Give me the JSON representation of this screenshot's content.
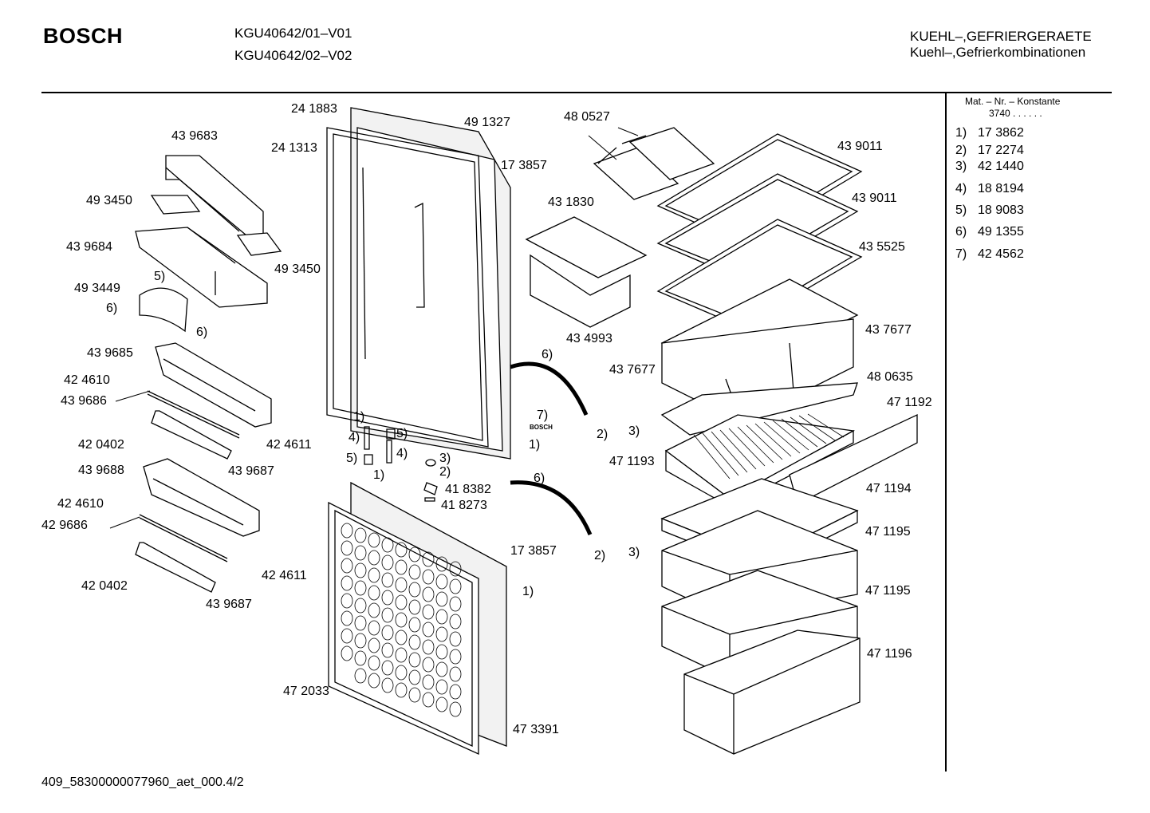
{
  "header": {
    "brand": "BOSCH",
    "models": [
      "KGU40642/01–V01",
      "KGU40642/02–V02"
    ],
    "category_line1": "KUEHL–,GEFRIERGERAETE",
    "category_line2": "Kuehl–,Gefrierkombinationen"
  },
  "sidebar": {
    "heading": "Mat. – Nr. – Konstante",
    "constant": "3740 .  .  .  .  .  .",
    "items": [
      {
        "num": "1)",
        "part": "17 3862"
      },
      {
        "num": "2)",
        "part": "17 2274"
      },
      {
        "num": "3)",
        "part": "42 1440"
      },
      {
        "num": "4)",
        "part": "18 8194"
      },
      {
        "num": "5)",
        "part": "18 9083"
      },
      {
        "num": "6)",
        "part": "49 1355"
      },
      {
        "num": "7)",
        "part": "42 4562"
      }
    ]
  },
  "diagram": {
    "inner_logo": "BOSCH",
    "labels": [
      "24 1883",
      "49 1327",
      "48 0527",
      "43 9683",
      "24 1313",
      "17 3857",
      "43 9011",
      "49 3450",
      "43 1830",
      "43 9011",
      "43 9684",
      "49 3450",
      "43 5525",
      "5)",
      "49 3449",
      "6)",
      "6)",
      "43 9685",
      "43 4993",
      "43 7677",
      "6)",
      "43 7677",
      "48 0635",
      "42 4610",
      "43 9686",
      "7)",
      "47 1192",
      "1)",
      "2)",
      "3)",
      "4)",
      "5)",
      "42 0402",
      "42 4611",
      "1)",
      "5)",
      "4)",
      "3)",
      "2)",
      "47 1193",
      "43 9688",
      "43 9687",
      "1)",
      "41 8382",
      "42 4610",
      "6)",
      "41 8273",
      "47 1194",
      "42 9686",
      "47 1195",
      "17 3857",
      "2)",
      "3)",
      "42 4611",
      "42 0402",
      "1)",
      "47 1195",
      "43 9687",
      "47 1196",
      "47 2033",
      "47 3391"
    ]
  },
  "footer": {
    "code": "409_58300000077960_aet_000.4/2"
  }
}
